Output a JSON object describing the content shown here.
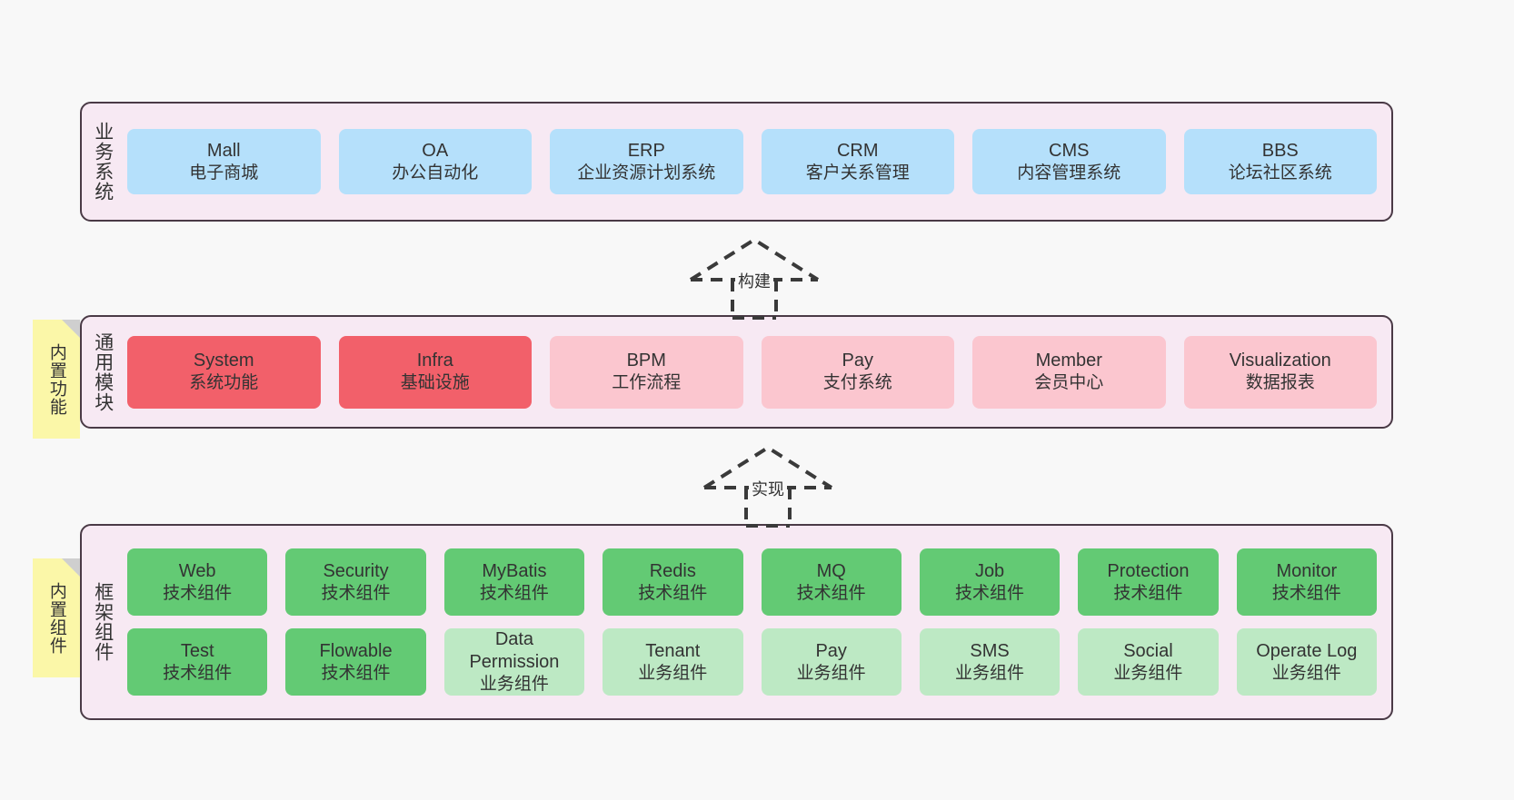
{
  "diagram": {
    "background": "#f8f8f8",
    "panel_fill": "#f7e9f3",
    "panel_border": "#4a3a46",
    "note_fill": "#fbf7a8",
    "colors": {
      "blue": "#b5e0fb",
      "red_strong": "#f2606a",
      "red_soft": "#fbc6cf",
      "green_strong": "#63ca74",
      "green_soft": "#bde9c4"
    }
  },
  "layers": {
    "business": {
      "title": "业务系统",
      "cards": [
        {
          "en": "Mall",
          "cn": "电子商城",
          "style": "blue"
        },
        {
          "en": "OA",
          "cn": "办公自动化",
          "style": "blue"
        },
        {
          "en": "ERP",
          "cn": "企业资源计划系统",
          "style": "blue"
        },
        {
          "en": "CRM",
          "cn": "客户关系管理",
          "style": "blue"
        },
        {
          "en": "CMS",
          "cn": "内容管理系统",
          "style": "blue"
        },
        {
          "en": "BBS",
          "cn": "论坛社区系统",
          "style": "blue"
        }
      ]
    },
    "common": {
      "title": "通用模块",
      "note": "内置功能",
      "cards": [
        {
          "en": "System",
          "cn": "系统功能",
          "style": "red-strong"
        },
        {
          "en": "Infra",
          "cn": "基础设施",
          "style": "red-strong"
        },
        {
          "en": "BPM",
          "cn": "工作流程",
          "style": "red-soft"
        },
        {
          "en": "Pay",
          "cn": "支付系统",
          "style": "red-soft"
        },
        {
          "en": "Member",
          "cn": "会员中心",
          "style": "red-soft"
        },
        {
          "en": "Visualization",
          "cn": "数据报表",
          "style": "red-soft"
        }
      ]
    },
    "framework": {
      "title": "框架组件",
      "note": "内置组件",
      "row1": [
        {
          "en": "Web",
          "cn": "技术组件",
          "style": "green-strong"
        },
        {
          "en": "Security",
          "cn": "技术组件",
          "style": "green-strong"
        },
        {
          "en": "MyBatis",
          "cn": "技术组件",
          "style": "green-strong"
        },
        {
          "en": "Redis",
          "cn": "技术组件",
          "style": "green-strong"
        },
        {
          "en": "MQ",
          "cn": "技术组件",
          "style": "green-strong"
        },
        {
          "en": "Job",
          "cn": "技术组件",
          "style": "green-strong"
        },
        {
          "en": "Protection",
          "cn": "技术组件",
          "style": "green-strong"
        },
        {
          "en": "Monitor",
          "cn": "技术组件",
          "style": "green-strong"
        }
      ],
      "row2": [
        {
          "en": "Test",
          "cn": "技术组件",
          "style": "green-strong"
        },
        {
          "en": "Flowable",
          "cn": "技术组件",
          "style": "green-strong"
        },
        {
          "en": "Data Permission",
          "cn": "业务组件",
          "style": "green-soft",
          "wrap": true
        },
        {
          "en": "Tenant",
          "cn": "业务组件",
          "style": "green-soft"
        },
        {
          "en": "Pay",
          "cn": "业务组件",
          "style": "green-soft"
        },
        {
          "en": "SMS",
          "cn": "业务组件",
          "style": "green-soft"
        },
        {
          "en": "Social",
          "cn": "业务组件",
          "style": "green-soft"
        },
        {
          "en": "Operate Log",
          "cn": "业务组件",
          "style": "green-soft"
        }
      ]
    }
  },
  "connectors": [
    {
      "label": "构建"
    },
    {
      "label": "实现"
    }
  ]
}
